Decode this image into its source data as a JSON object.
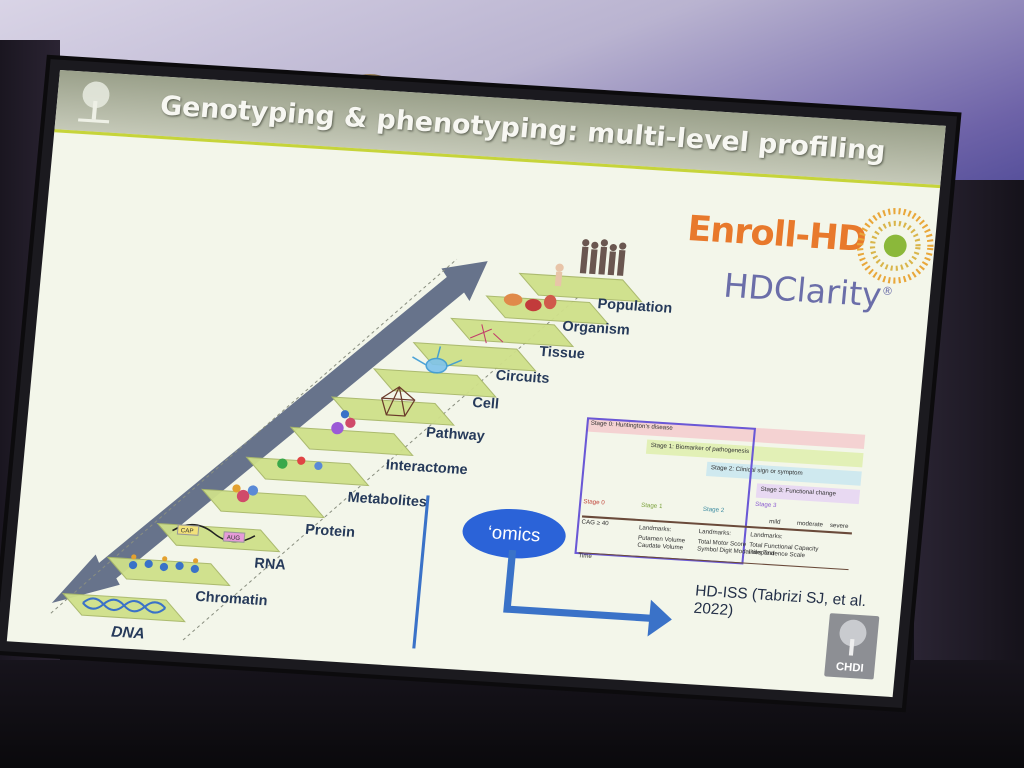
{
  "slide": {
    "title": "Genotyping & phenotyping: multi-level profiling",
    "levels": [
      "DNA",
      "Chromatin",
      "RNA",
      "Protein",
      "Metabolites",
      "Interactome",
      "Pathway",
      "Cell",
      "Circuits",
      "Tissue",
      "Organism",
      "Population"
    ],
    "rna_tags": {
      "cap": "CAP",
      "aug": "AUG"
    },
    "brand_enroll": "Enroll-HD",
    "brand_hdclarity": "HDClarity",
    "brand_hdclarity_mark": "®",
    "omics_label": "‘omics",
    "reference": "HD-ISS (Tabrizi SJ, et al. 2022)",
    "chdi_label": "CHDI",
    "staging": {
      "band_0": "Stage 0: Huntington's disease",
      "band_1": "Stage 1: Biomarker of pathogenesis",
      "band_2": "Stage 2: Clinical sign or symptom",
      "band_3": "Stage 3: Functional change",
      "col_0": "Stage 0",
      "col_1": "Stage 1",
      "col_2": "Stage 2",
      "col_3": "Stage 3",
      "hd_label": "CAG ≥ 40",
      "mild": "mild",
      "moderate": "moderate",
      "severe": "severe",
      "landmarks_1": "Landmarks:",
      "landmarks_2": "Landmarks:",
      "landmarks_3": "Landmarks:",
      "lm1_a": "Putamen Volume",
      "lm1_b": "Caudate Volume",
      "lm2_a": "Total Motor Score",
      "lm2_b": "Symbol Digit Modalities Test",
      "lm3_a": "Total Functional Capacity",
      "lm3_b": "Independence Scale",
      "time": "Time"
    },
    "colors": {
      "accent_green": "#c6d43a",
      "arrow": "#5f6b86",
      "omics_blue": "#2b63d8",
      "enroll_orange": "#e8792c",
      "hdclarity_purple": "#6b6ea9"
    }
  }
}
